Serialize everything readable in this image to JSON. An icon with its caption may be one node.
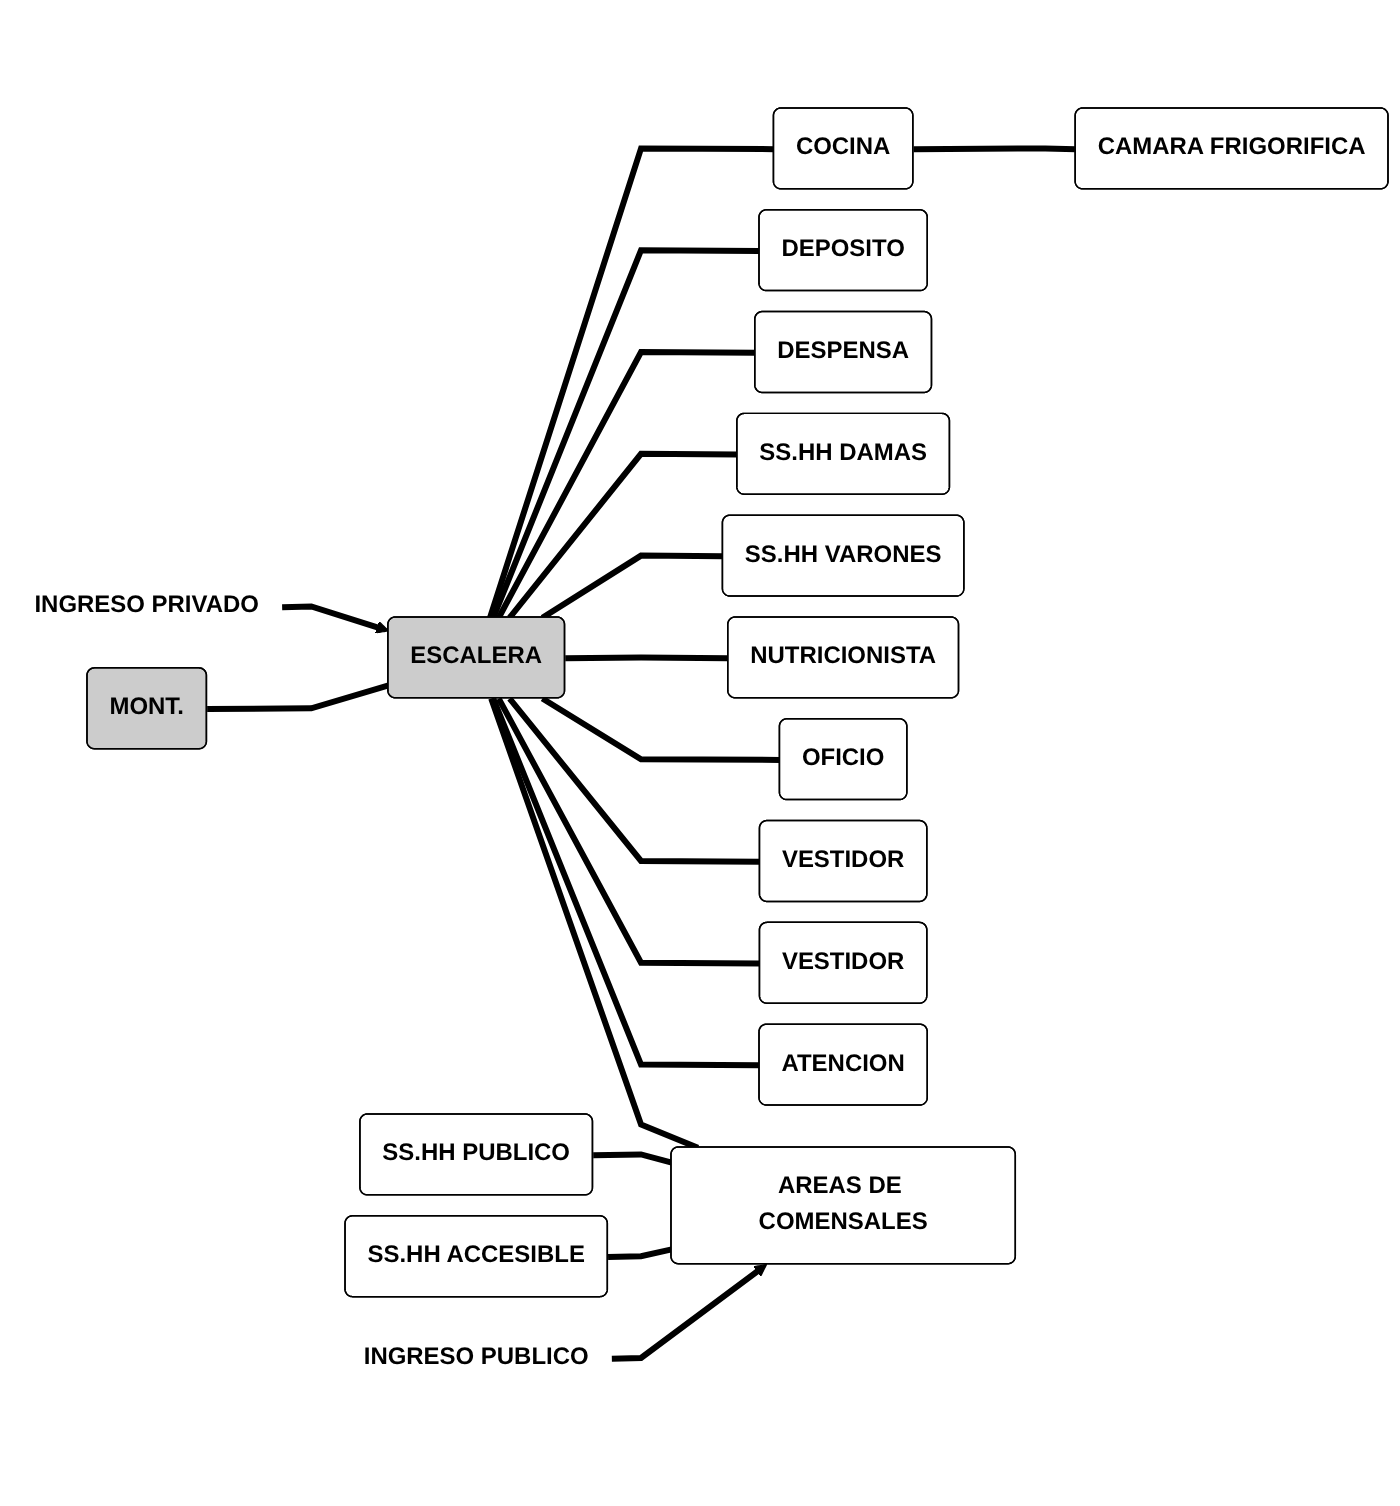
{
  "diagram": {
    "nodes": [
      {
        "text": [
          "INGRESO PRIVADO"
        ]
      },
      {
        "text": [
          "ESCALERA"
        ]
      },
      {
        "text": [
          "CAMARA FRIGORIFICA"
        ]
      },
      {
        "text": [
          "COCINA"
        ]
      },
      {
        "text": [
          "MONT."
        ]
      },
      {
        "text": [
          "DEPOSITO"
        ]
      },
      {
        "text": [
          "DESPENSA"
        ]
      },
      {
        "text": [
          "SS.HH DAMAS"
        ]
      },
      {
        "text": [
          "SS.HH VARONES"
        ]
      },
      {
        "text": [
          "NUTRICIONISTA"
        ]
      },
      {
        "text": [
          "OFICIO"
        ]
      },
      {
        "text": [
          "VESTIDOR"
        ]
      },
      {
        "text": [
          "VESTIDOR"
        ]
      },
      {
        "text": [
          "ATENCION"
        ]
      },
      {
        "text": [
          "AREAS DE COMENSALES"
        ]
      },
      {
        "text": [
          "SS.HH PUBLICO"
        ]
      },
      {
        "text": [
          "SS.HH ACCESIBLE"
        ]
      },
      {
        "text": [
          "INGRESO PUBLICO"
        ]
      }
    ],
    "edges": [
      {
        "from": 0,
        "to": 1,
        "arrow": "to"
      },
      {
        "from": 4,
        "to": 1,
        "arrow": "none"
      },
      {
        "from": 2,
        "to": 3,
        "arrow": "none"
      },
      {
        "from": 1,
        "to": 5,
        "arrow": "none"
      },
      {
        "from": 1,
        "to": 6,
        "arrow": "none"
      },
      {
        "from": 1,
        "to": 3,
        "arrow": "none"
      },
      {
        "from": 1,
        "to": 9,
        "arrow": "none"
      },
      {
        "from": 1,
        "to": 7,
        "arrow": "none"
      },
      {
        "from": 1,
        "to": 8,
        "arrow": "none"
      },
      {
        "from": 1,
        "to": 11,
        "arrow": "none"
      },
      {
        "from": 1,
        "to": 12,
        "arrow": "none"
      },
      {
        "from": 1,
        "to": 13,
        "arrow": "none"
      },
      {
        "from": 1,
        "to": 10,
        "arrow": "none"
      },
      {
        "from": 1,
        "to": 14,
        "arrow": "none"
      },
      {
        "from": 15,
        "to": 14,
        "arrow": "none"
      },
      {
        "from": 16,
        "to": 14,
        "arrow": "none"
      },
      {
        "from": 17,
        "to": 14,
        "arrow": "to"
      }
    ]
  }
}
